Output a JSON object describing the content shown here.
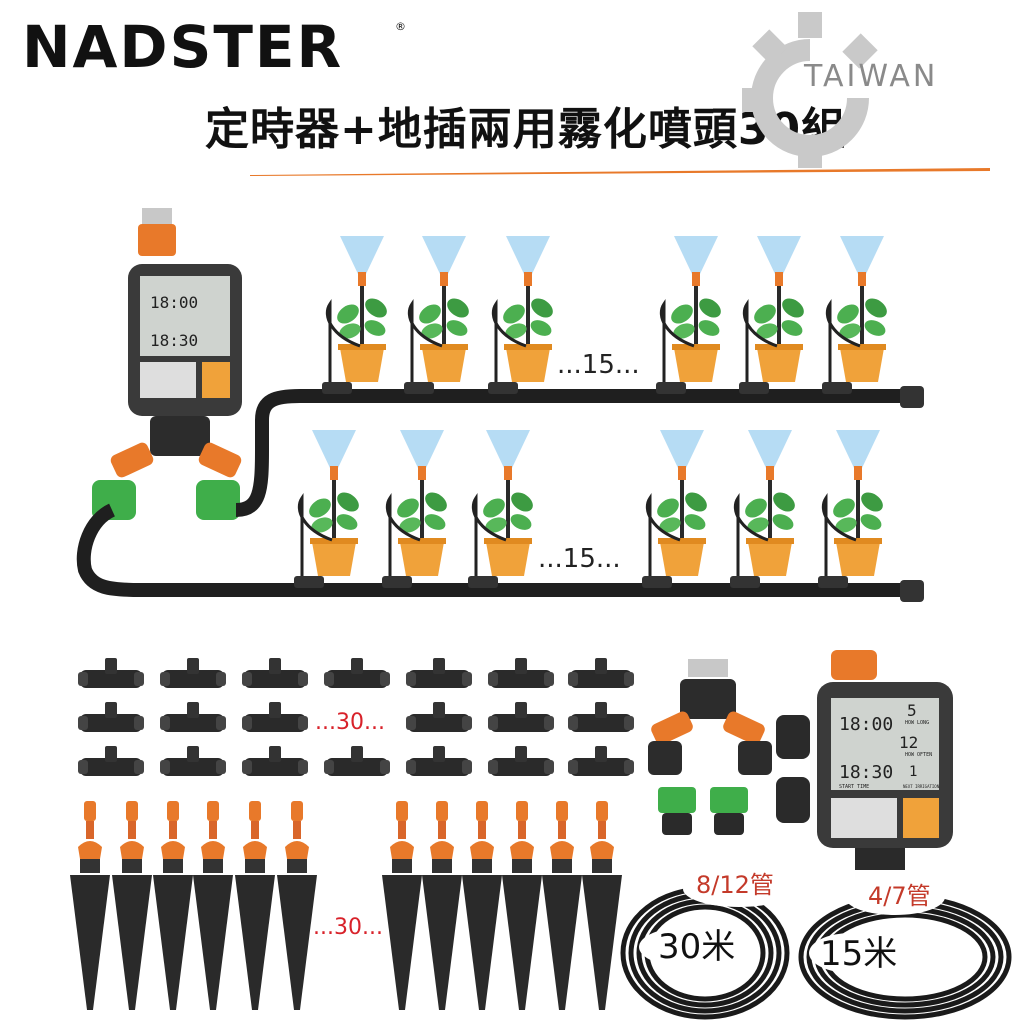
{
  "brand": {
    "name": "NADSTER",
    "reg_mark": "®"
  },
  "title": "定時器+地插兩用霧化噴頭30組",
  "watermark": {
    "text": "TAIWAN",
    "icon": "gear-icon"
  },
  "diagram": {
    "row_count_label_top": "...15...",
    "row_count_label_bottom": "...15..."
  },
  "timer": {
    "time_main": "18:00",
    "time_start": "18:30",
    "how_long_value": "5",
    "how_often_value": "12",
    "next_value": "1",
    "label_how_long": "HOW LONG",
    "label_how_often": "HOW OFTEN",
    "label_start_time": "START TIME",
    "label_next_irrigation": "NEXT IRRIGATION"
  },
  "parts": {
    "tee_count_label": "...30...",
    "stake_count_label": "...30..."
  },
  "tubing": [
    {
      "spec": "8/12管",
      "length": "30米"
    },
    {
      "spec": "4/7管",
      "length": "15米"
    }
  ],
  "colors": {
    "accent_orange": "#e8792a",
    "hose_black": "#1f1f1f",
    "green_connector": "#3fae4a",
    "mist_blue": "#a9d6f2",
    "pot_orange": "#f0a23a"
  }
}
